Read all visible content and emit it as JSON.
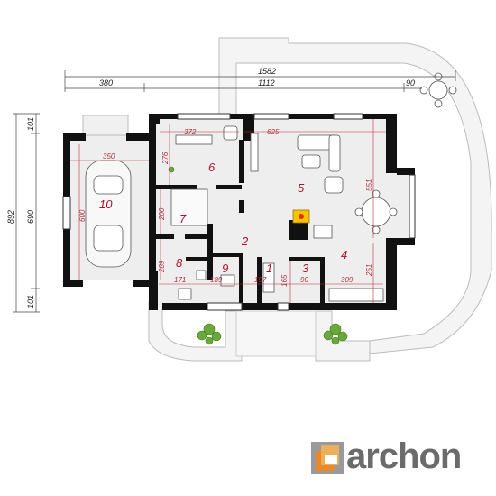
{
  "top_dims": {
    "total": "1582",
    "left": "380",
    "middle": "1112",
    "right": "90"
  },
  "left_dims": {
    "total": "892",
    "top": "101",
    "middle": "690",
    "bottom": "101"
  },
  "garage_dims": {
    "width": "350",
    "length": "600"
  },
  "inner_dims": {
    "room6_w": "372",
    "room6_h": "276",
    "room5_w": "625",
    "room5_h": "551",
    "stair_h": "200",
    "room8_h": "289",
    "room8_w": "171",
    "room9_w": "189",
    "room1_w": "197",
    "room1_h": "165",
    "room3_w": "90",
    "room4_w": "309",
    "room4_h": "251"
  },
  "rooms": [
    "1",
    "2",
    "3",
    "4",
    "5",
    "6",
    "7",
    "8",
    "9",
    "10"
  ],
  "logo": {
    "text": "archon",
    "accent_colors": [
      "#e8892a",
      "#f2b35a",
      "#9a9a9a"
    ]
  },
  "colors": {
    "wall": "#111111",
    "floor": "#eeeeee",
    "terrace": "#f4f4f4",
    "dim_line": "#c0303c",
    "room_number": "#b01030"
  }
}
